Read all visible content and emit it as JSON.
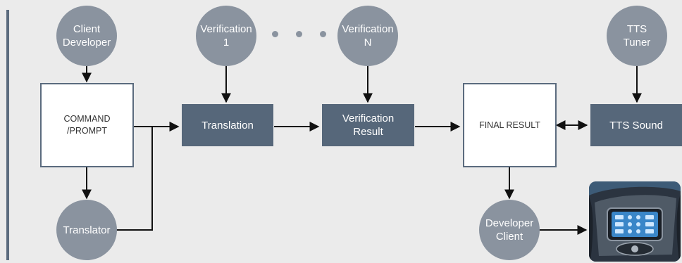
{
  "nodes": {
    "client_developer": "Client\nDeveloper",
    "verification_1": "Verification\n1",
    "verification_n": "Verification\nN",
    "tts_tuner": "TTS\nTuner",
    "translator": "Translator",
    "developer_client": "Developer\nClient",
    "command_prompt": "COMMAND\n/PROMPT",
    "translation": "Translation",
    "verification_result": "Verification\nResult",
    "final_result": "FINAL RESULT",
    "tts_sound": "TTS Sound"
  },
  "photo": {
    "subject": "car-infotainment-dashboard"
  },
  "colors": {
    "background": "#ebebeb",
    "circle": "#8a939f",
    "dark_box": "#56677a",
    "border": "#5b6b7e",
    "arrow": "#111111"
  }
}
